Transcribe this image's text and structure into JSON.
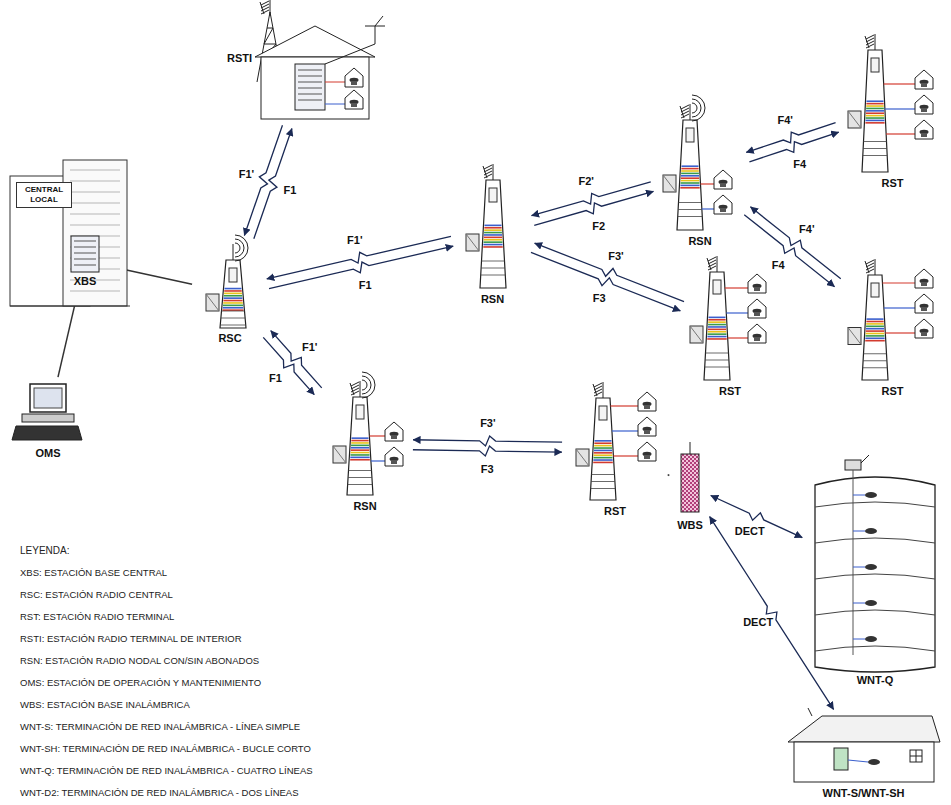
{
  "diagram": {
    "nodes": [
      {
        "text": [
          "CENTRAL LOCAL"
        ]
      },
      {
        "text": [
          "XBS"
        ],
        "in": 0
      },
      {
        "text": [
          "OMS"
        ]
      },
      {
        "text": [
          "RSC"
        ]
      },
      {
        "text": [
          "RSTI"
        ]
      },
      {
        "text": [
          "RSN"
        ]
      },
      {
        "text": [
          "RSN"
        ]
      },
      {
        "text": [
          "RST"
        ]
      },
      {
        "text": [
          "RST"
        ]
      },
      {
        "text": [
          "RST"
        ]
      },
      {
        "text": [
          "RST"
        ]
      },
      {
        "text": [
          "RSN"
        ]
      },
      {
        "text": [
          "WBS"
        ]
      },
      {
        "text": [
          "WNT-Q"
        ]
      },
      {
        "text": [
          "WNT-S/WNT-SH"
        ]
      }
    ],
    "edges": [
      {
        "from": 1,
        "to": 3,
        "arrow": "none"
      },
      {
        "from": 1,
        "to": 2,
        "arrow": "none"
      },
      {
        "from": 3,
        "to": 4,
        "label": "F1",
        "arrow": "to"
      },
      {
        "from": 4,
        "to": 3,
        "label": "F1'",
        "arrow": "to"
      },
      {
        "from": 3,
        "to": 5,
        "label": "F1",
        "arrow": "to"
      },
      {
        "from": 5,
        "to": 3,
        "label": "F1'",
        "arrow": "to"
      },
      {
        "from": 3,
        "to": 11,
        "label": "F1",
        "arrow": "to"
      },
      {
        "from": 11,
        "to": 3,
        "label": "F1'",
        "arrow": "to"
      },
      {
        "from": 5,
        "to": 6,
        "label": "F2",
        "arrow": "to"
      },
      {
        "from": 6,
        "to": 5,
        "label": "F2'",
        "arrow": "to"
      },
      {
        "from": 5,
        "to": 8,
        "label": "F3",
        "arrow": "to"
      },
      {
        "from": 8,
        "to": 5,
        "label": "F3'",
        "arrow": "to"
      },
      {
        "from": 11,
        "to": 10,
        "label": "F3",
        "arrow": "to"
      },
      {
        "from": 10,
        "to": 11,
        "label": "F3'",
        "arrow": "to"
      },
      {
        "from": 6,
        "to": 7,
        "label": "F4",
        "arrow": "to"
      },
      {
        "from": 7,
        "to": 6,
        "label": "F4'",
        "arrow": "to"
      },
      {
        "from": 6,
        "to": 9,
        "label": "F4",
        "arrow": "to"
      },
      {
        "from": 9,
        "to": 6,
        "label": "F4'",
        "arrow": "to"
      },
      {
        "from": 10,
        "to": 12,
        "arrow": "none"
      },
      {
        "from": 12,
        "to": 13,
        "label": "DECT",
        "arrow": "both"
      },
      {
        "from": 12,
        "to": 14,
        "label": "DECT",
        "arrow": "both"
      }
    ],
    "labels": [
      "LEYENDA:"
    ],
    "legend": [
      {
        "text": "XBS: ESTACIÓN BASE CENTRAL"
      },
      {
        "text": "RSC: ESTACIÓN RADIO CENTRAL"
      },
      {
        "text": "RST: ESTACIÓN RADIO TERMINAL"
      },
      {
        "text": "RSTI: ESTACIÓN RADIO TERMINAL DE INTERIOR"
      },
      {
        "text": "RSN: ESTACIÓN RADIO NODAL CON/SIN ABONADOS"
      },
      {
        "text": "OMS: ESTACIÓN DE OPERACIÓN Y MANTENIMIENTO"
      },
      {
        "text": "WBS: ESTACIÓN BASE INALÁMBRICA"
      },
      {
        "text": "WNT-S: TERMINACIÓN DE RED INALÁMBRICA - LÍNEA SIMPLE"
      },
      {
        "text": "WNT-SH: TERMINACIÓN DE RED INALÁMBRICA - BUCLE CORTO"
      },
      {
        "text": "WNT-Q: TERMINACIÓN DE RED INALÁMBRICA - CUATRO LÍNEAS"
      },
      {
        "text": "WNT-D2: TERMINACIÓN DE RED INALÁMBRICA - DOS LÍNEAS"
      }
    ]
  }
}
